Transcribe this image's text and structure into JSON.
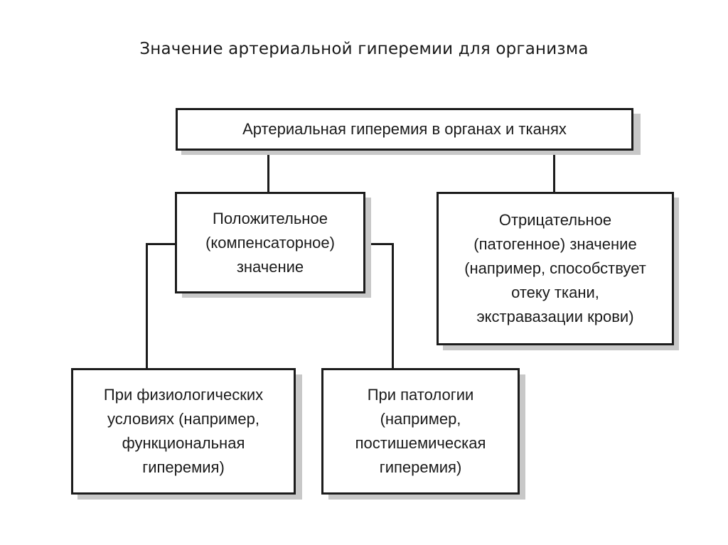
{
  "title": "Значение артериальной гиперемии для организма",
  "diagram": {
    "root": {
      "label": "Артериальная гиперемия в органах и тканях"
    },
    "positive": {
      "label": "Положительное\n(компенсаторное)\nзначение"
    },
    "negative": {
      "label": "Отрицательное\n(патогенное) значение\n(например, способствует\nотеку ткани,\nэкстравазации крови)"
    },
    "physiological": {
      "label": "При физиологических\nусловиях (например,\nфункциональная\nгиперемия)"
    },
    "pathology": {
      "label": "При патологии\n(например,\nпостишемическая\nгиперемия)"
    }
  }
}
